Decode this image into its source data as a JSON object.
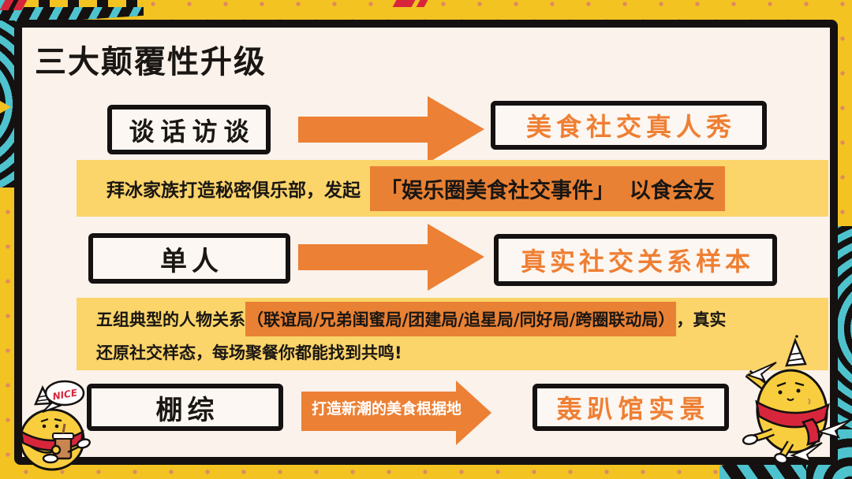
{
  "slide": {
    "title": "三大颠覆性升级"
  },
  "rows": [
    {
      "source_label": "谈话访谈",
      "arrow_label": "",
      "result_label": "美食社交真人秀"
    },
    {
      "source_label": "单人",
      "arrow_label": "",
      "result_label": "真实社交关系样本"
    },
    {
      "source_label": "棚综",
      "arrow_label": "打造新潮的美食根据地",
      "result_label": "轰趴馆实景"
    }
  ],
  "banners": [
    {
      "prefix": "拜冰家族打造秘密俱乐部，发起",
      "highlight": "「娱乐圈美食社交事件」  以食会友"
    },
    {
      "line1_prefix": "五组典型的人物关系",
      "line1_highlight": "（联谊局/兄弟闺蜜局/团建局/追星局/同好局/跨圈联动局）",
      "line1_suffix": "，真实",
      "line2": "还原社交样态，每场聚餐你都能找到共鸣!"
    }
  ],
  "mascots": {
    "left_speech_bubble": "NICE"
  },
  "colors": {
    "frame_yellow": "#F3C322",
    "card_background": "#FAF2EB",
    "banner_yellow": "#FBD46A",
    "accent_orange": "#EC8034",
    "highlight_orange": "#E98134",
    "teal": "#4EC3CE",
    "accent_red": "#D7263C",
    "ink_black": "#141110"
  }
}
